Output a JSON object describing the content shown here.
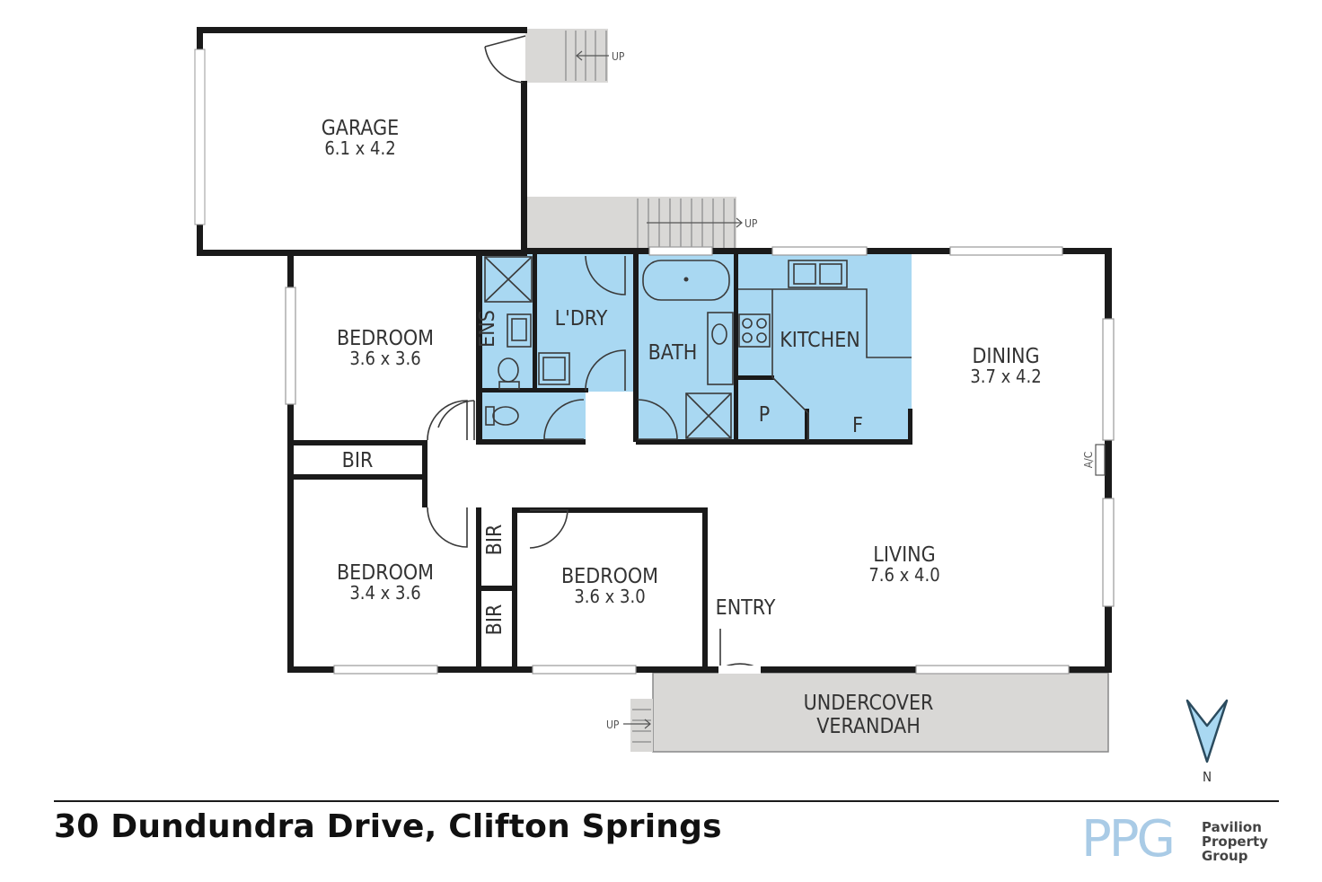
{
  "rooms": {
    "garage": {
      "name": "GARAGE",
      "dims": "6.1 x 4.2"
    },
    "bedroom1": {
      "name": "BEDROOM",
      "dims": "3.6 x 3.6"
    },
    "bedroom2": {
      "name": "BEDROOM",
      "dims": "3.4 x 3.6"
    },
    "bedroom3": {
      "name": "BEDROOM",
      "dims": "3.6 x 3.0"
    },
    "dining": {
      "name": "DINING",
      "dims": "3.7 x 4.2"
    },
    "living": {
      "name": "LIVING",
      "dims": "7.6 x 4.0"
    },
    "kitchen": {
      "name": "KITCHEN"
    },
    "bath": {
      "name": "BATH"
    },
    "laundry": {
      "name": "L'DRY"
    },
    "ensuite": {
      "name": "ENS"
    },
    "bir_top": {
      "name": "BIR"
    },
    "bir_mid": {
      "name": "BIR"
    },
    "bir_low": {
      "name": "BIR"
    },
    "entry": {
      "name": "ENTRY"
    },
    "verandah": {
      "line1": "UNDERCOVER",
      "line2": "VERANDAH"
    },
    "pantry": {
      "name": "P"
    },
    "fridge": {
      "name": "F"
    }
  },
  "stairs": {
    "up1": "UP",
    "up2": "UP",
    "up3": "UP"
  },
  "ac_label": "A/C",
  "north": {
    "label": "N",
    "color": "#a9d8f2"
  },
  "footer": {
    "address": "30 Dundundra Drive, Clifton Springs"
  },
  "logo": {
    "mark": "PPG",
    "line1": "Pavilion",
    "line2": "Property",
    "line3": "Group"
  },
  "colors": {
    "wet_area": "#a9d8f2",
    "wall": "#1a1a1a",
    "outdoor": "#d9d8d6",
    "logo": "#a9cbe6"
  }
}
